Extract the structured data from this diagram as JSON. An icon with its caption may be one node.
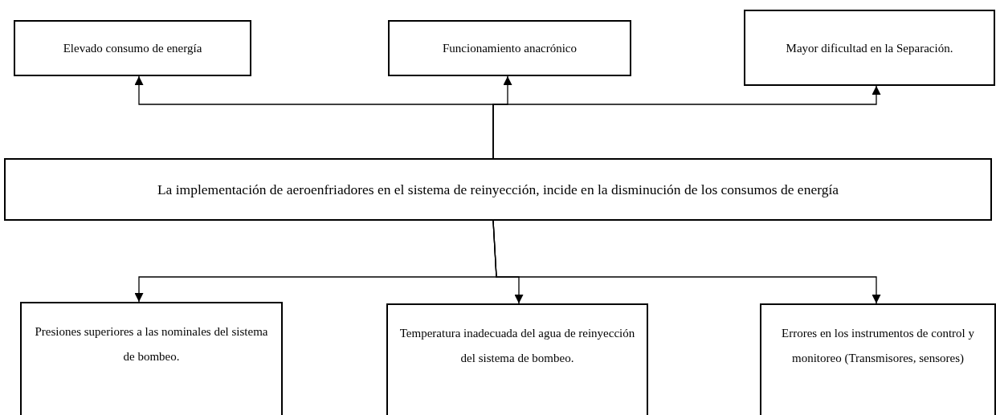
{
  "diagram": {
    "nodes": [
      {
        "text": [
          "Elevado consumo de energía"
        ]
      },
      {
        "text": [
          "Funcionamiento anacrónico"
        ]
      },
      {
        "text": [
          "Mayor dificultad en la Separación."
        ]
      },
      {
        "text": [
          "La implementación de aeroenfriadores en el sistema de reinyección, incide en la disminución de los consumos de energía"
        ]
      },
      {
        "text": [
          "Presiones superiores a las nominales del sistema de bombeo."
        ]
      },
      {
        "text": [
          "Temperatura inadecuada del agua de reinyección del sistema de bombeo."
        ]
      },
      {
        "text": [
          "Errores en los instrumentos de control y monitoreo (Transmisores, sensores)"
        ]
      }
    ],
    "edges": [
      {
        "from": 3,
        "to": 0,
        "arrow": "to"
      },
      {
        "from": 3,
        "to": 1,
        "arrow": "to"
      },
      {
        "from": 3,
        "to": 2,
        "arrow": "to"
      },
      {
        "from": 3,
        "to": 4,
        "arrow": "to"
      },
      {
        "from": 3,
        "to": 5,
        "arrow": "to"
      },
      {
        "from": 3,
        "to": 6,
        "arrow": "to"
      }
    ]
  }
}
